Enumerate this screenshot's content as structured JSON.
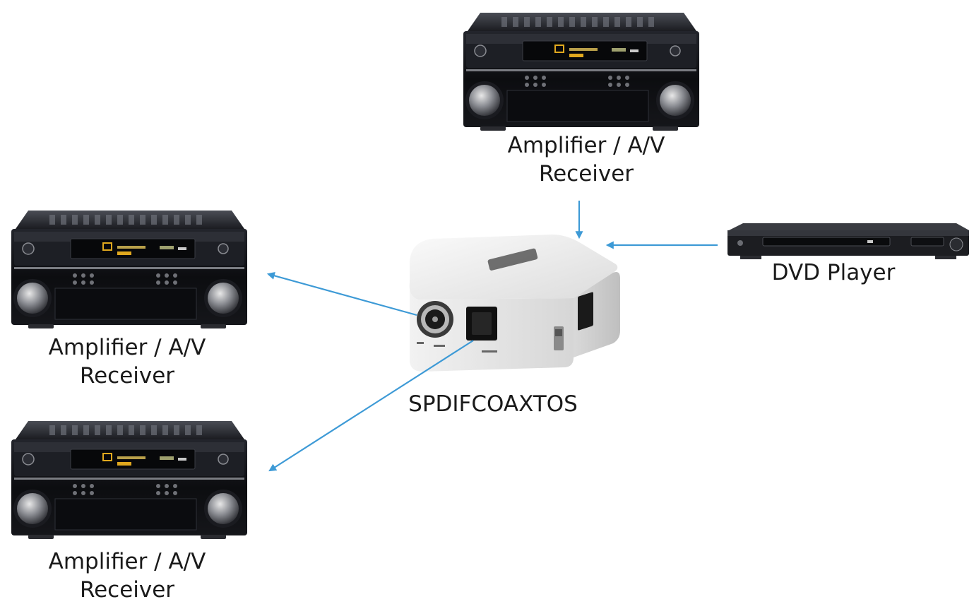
{
  "colors": {
    "arrow": "#3d9ad6",
    "receiver_body": "#141418",
    "switch_body": "#eeeeee"
  },
  "devices": {
    "receiver_top": {
      "label_line1": "Amplifier / A/V",
      "label_line2": "Receiver",
      "icon": "av-receiver-icon"
    },
    "receiver_left": {
      "label_line1": "Amplifier / A/V",
      "label_line2": "Receiver",
      "icon": "av-receiver-icon"
    },
    "receiver_bottom": {
      "label_line1": "Amplifier / A/V",
      "label_line2": "Receiver",
      "icon": "av-receiver-icon"
    },
    "dvd_player": {
      "label": "DVD Player",
      "icon": "dvd-player-icon"
    },
    "converter": {
      "label": "SPDIFCOAXTOS",
      "icon": "spdif-converter-box-icon"
    }
  }
}
